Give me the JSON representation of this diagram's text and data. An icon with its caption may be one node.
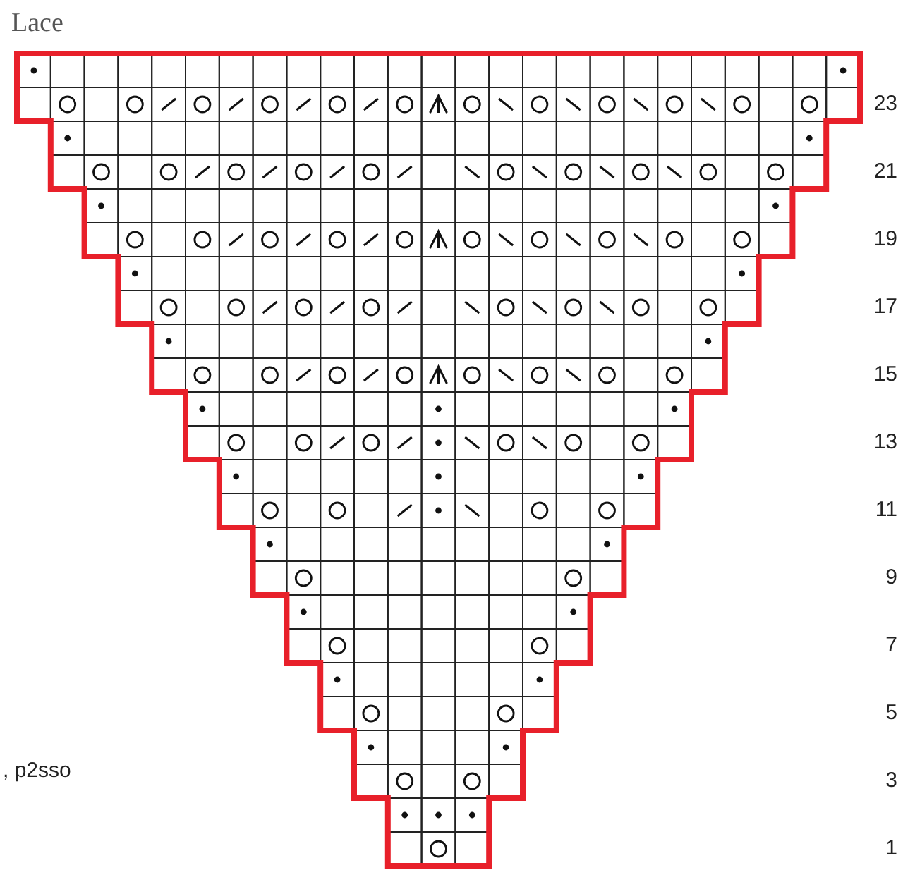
{
  "diagram": {
    "title": "Lace",
    "labels": [
      "23",
      "21",
      "19",
      "17",
      "15",
      "13",
      "11",
      "9",
      "7",
      "5",
      ", p2sso",
      "3",
      "1"
    ]
  }
}
